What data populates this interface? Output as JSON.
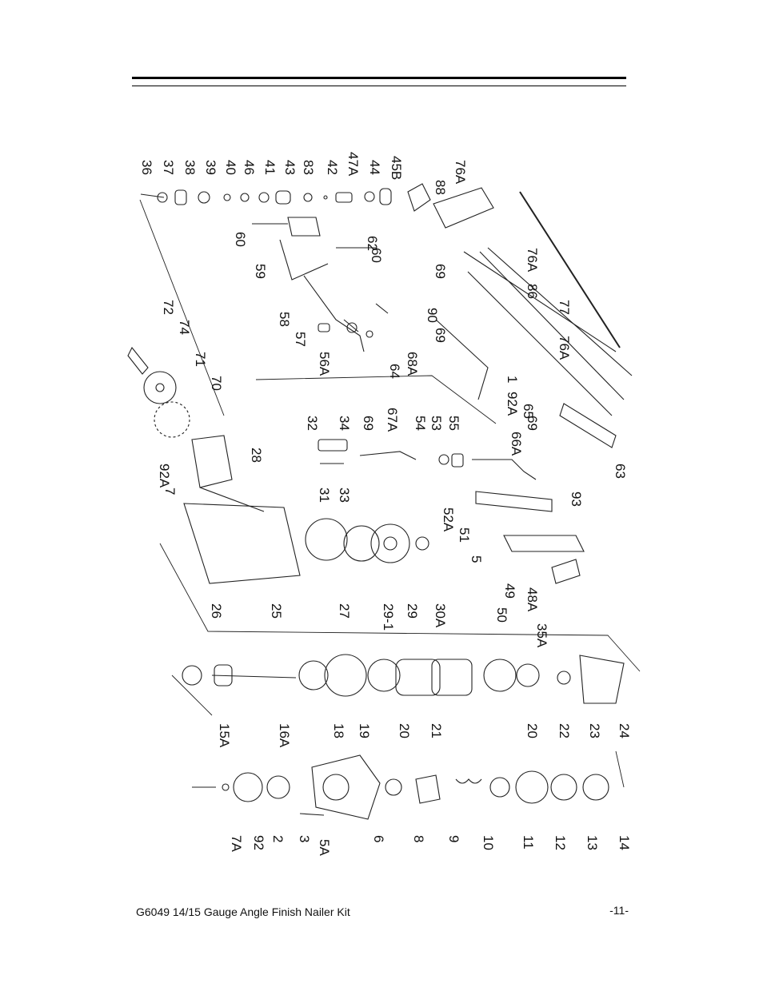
{
  "footer": {
    "title": "G6049 14/15 Gauge Angle Finish Nailer Kit",
    "page": "-11-"
  },
  "parts": [
    "36",
    "37",
    "38",
    "39",
    "40",
    "46",
    "41",
    "43",
    "83",
    "42",
    "47A",
    "44",
    "45B",
    "88",
    "76A",
    "60",
    "62",
    "60",
    "59",
    "69",
    "58",
    "57",
    "56A",
    "64",
    "68A",
    "69",
    "90",
    "72",
    "74",
    "71",
    "70",
    "32",
    "34",
    "69",
    "67A",
    "54",
    "53",
    "55",
    "1",
    "92A",
    "65",
    "69",
    "66A",
    "28",
    "31",
    "33",
    "92A",
    "7",
    "52A",
    "51",
    "5",
    "49",
    "50",
    "48A",
    "35A",
    "27",
    "29-1",
    "29",
    "30A",
    "25",
    "26",
    "86",
    "76A",
    "77",
    "76A",
    "63",
    "93",
    "15A",
    "16A",
    "18",
    "19",
    "20",
    "21",
    "20",
    "22",
    "23",
    "24",
    "7A",
    "92",
    "2",
    "3",
    "5A",
    "6",
    "8",
    "9",
    "10",
    "11",
    "12",
    "13",
    "14"
  ]
}
